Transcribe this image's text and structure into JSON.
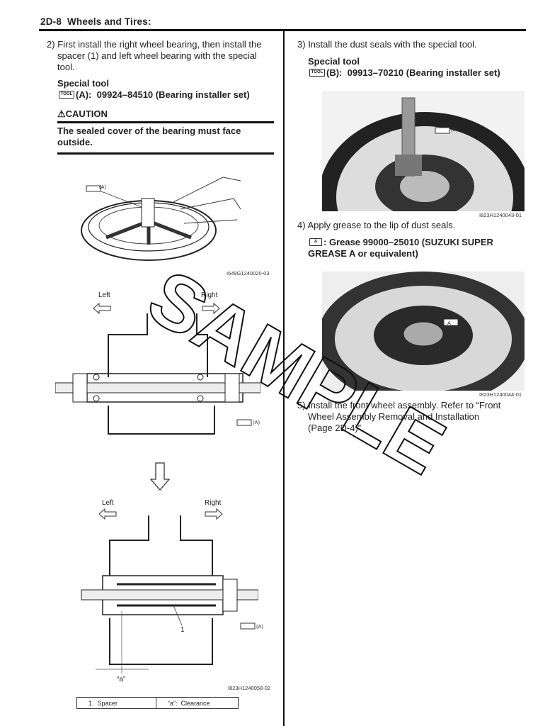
{
  "header": {
    "section": "2D-8",
    "title": "Wheels and Tires:"
  },
  "left": {
    "step2": {
      "num": "2)",
      "lines": [
        "First install the right wheel bearing, then install the",
        "spacer (1) and left wheel bearing with the special",
        "tool."
      ]
    },
    "special_tool": {
      "heading": "Special tool",
      "icon_label": "TOOL",
      "ref": "(A):",
      "part": "09924–84510 (Bearing installer set)"
    },
    "caution": {
      "heading": "CAUTION",
      "lines": [
        "The sealed cover of the bearing must face",
        "outside."
      ]
    },
    "fig1": {
      "callout": "(A)",
      "caption": "I649G1240020-03"
    },
    "fig2": {
      "left_label": "Left",
      "right_label": "Right",
      "callout": "(A)"
    },
    "fig3": {
      "left_label": "Left",
      "right_label": "Right",
      "callout": "(A)",
      "part_label": "1",
      "dim_label": "“a”",
      "caption": "I823H1240058-02"
    },
    "legend": [
      {
        "key": "1.",
        "text": "Spacer"
      },
      {
        "key": "“a”:",
        "text": "Clearance"
      }
    ]
  },
  "right": {
    "step3": {
      "num": "3)",
      "text": "Install the dust seals with the special tool."
    },
    "special_tool": {
      "heading": "Special tool",
      "icon_label": "TOOL",
      "ref": "(B):",
      "part": "09913–70210 (Bearing installer set)"
    },
    "photo1": {
      "callout": "(B)",
      "caption": "I823H1240043-01"
    },
    "step4": {
      "num": "4)",
      "text": "Apply grease to the lip of dust seals."
    },
    "grease": {
      "icon_label": "A",
      "lines": [
        ": Grease 99000–25010 (SUZUKI SUPER",
        "GREASE A or equivalent)"
      ]
    },
    "photo2": {
      "callout": "A",
      "caption": "I823H1240044-01"
    },
    "step5": {
      "num": "5)",
      "lines": [
        "Install the front wheel assembly. Refer to “Front",
        "Wheel Assembly Removal and Installation",
        "(Page 2D-4)”."
      ]
    }
  },
  "watermark": "SAMPLE"
}
